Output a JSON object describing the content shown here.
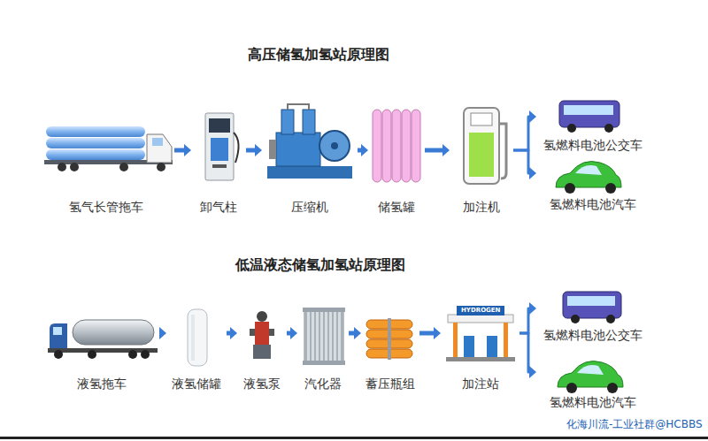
{
  "diagram": {
    "title": "高压储氢加氢站原理图",
    "nodes": [
      {
        "text": [
          "氢气长管拖车"
        ]
      },
      {
        "text": [
          "卸气柱"
        ]
      },
      {
        "text": [
          "压缩机"
        ]
      },
      {
        "text": [
          "储氢罐"
        ]
      },
      {
        "text": [
          "加注机"
        ]
      },
      {
        "text": [
          "氢燃料电池公交车"
        ]
      },
      {
        "text": [
          "氢燃料电池汽车"
        ]
      },
      {
        "text": [
          "液氢拖车"
        ]
      },
      {
        "text": [
          "液氢储罐"
        ]
      },
      {
        "text": [
          "液氢泵"
        ]
      },
      {
        "text": [
          "汽化器"
        ]
      },
      {
        "text": [
          "蓄压瓶组"
        ]
      },
      {
        "text": [
          "加注站"
        ]
      },
      {
        "text": [
          "氢燃料电池公交车"
        ]
      },
      {
        "text": [
          "氢燃料电池汽车"
        ]
      }
    ],
    "edges": [
      {
        "from": 0,
        "to": 1,
        "arrow": "to"
      },
      {
        "from": 1,
        "to": 2,
        "arrow": "to"
      },
      {
        "from": 2,
        "to": 3,
        "arrow": "to"
      },
      {
        "from": 3,
        "to": 4,
        "arrow": "to"
      },
      {
        "from": 4,
        "to": 5,
        "arrow": "to"
      },
      {
        "from": 4,
        "to": 6,
        "arrow": "to"
      },
      {
        "from": 7,
        "to": 8,
        "arrow": "to"
      },
      {
        "from": 8,
        "to": 9,
        "arrow": "to"
      },
      {
        "from": 9,
        "to": 10,
        "arrow": "to"
      },
      {
        "from": 10,
        "to": 11,
        "arrow": "to"
      },
      {
        "from": 11,
        "to": 12,
        "arrow": "to"
      },
      {
        "from": 12,
        "to": 13,
        "arrow": "to"
      },
      {
        "from": 12,
        "to": 14,
        "arrow": "to"
      }
    ],
    "labels": [
      "低温液态储氢加氢站原理图",
      "HYDROGEN",
      "化海川流-工业社群@HCBBS"
    ]
  }
}
